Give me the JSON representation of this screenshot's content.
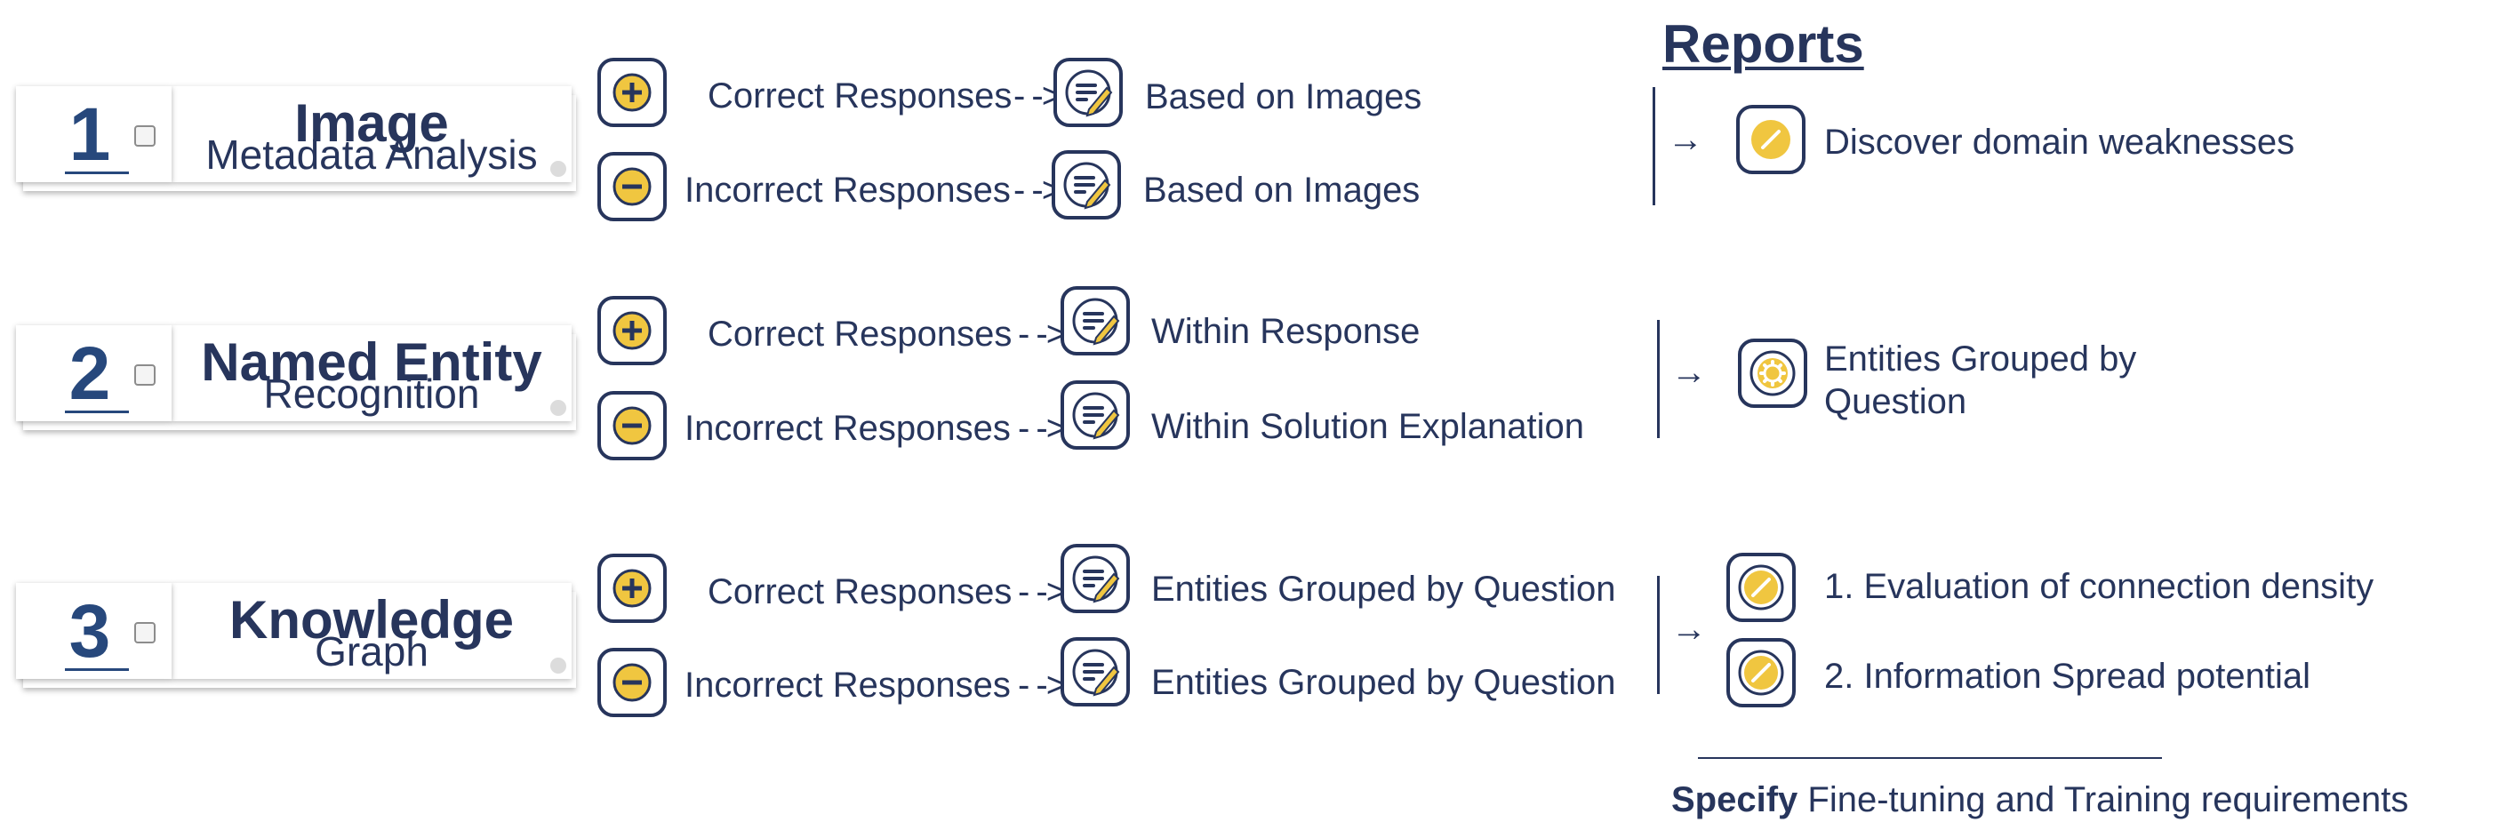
{
  "stages": [
    {
      "number": "1",
      "title_line1": "Image",
      "title_line2": "Metadata Analysis",
      "correct_label": "Correct Responses",
      "incorrect_label": "Incorrect Responses",
      "correct_output": "Based on Images",
      "incorrect_output": "Based on Images",
      "reports": [
        "Discover domain weaknesses"
      ]
    },
    {
      "number": "2",
      "title_line1": "Named Entity",
      "title_line2": "Recognition",
      "correct_label": "Correct Responses",
      "incorrect_label": "Incorrect Responses",
      "correct_output": "Within Response",
      "incorrect_output": "Within Solution Explanation",
      "reports": [
        "Entities Grouped by",
        "Question"
      ]
    },
    {
      "number": "3",
      "title_line1": "Knowledge",
      "title_line2": "Graph",
      "correct_label": "Correct Responses",
      "incorrect_label": "Incorrect Responses",
      "correct_output": "Entities Grouped by Question",
      "incorrect_output": "Entities Grouped by Question",
      "reports": [
        "1. Evaluation of connection density",
        "2. Information Spread potential"
      ]
    }
  ],
  "reports_heading": "Reports",
  "arrow_glyph": "- ->",
  "bracket_arrow_glyph": "→",
  "footer": {
    "bold": "Specify",
    "rest": " Fine-tuning and Training requirements"
  },
  "colors": {
    "navy": "#27355c",
    "number_blue": "#27487c",
    "accent_yellow": "#f0c640"
  },
  "icons": {
    "correct": "plus-circle-icon",
    "incorrect": "minus-circle-icon",
    "output": "note-pencil-icon",
    "report_1": "pencil-circle-icon",
    "report_2": "gear-circle-icon",
    "report_3": "pencil-circle-icon"
  }
}
